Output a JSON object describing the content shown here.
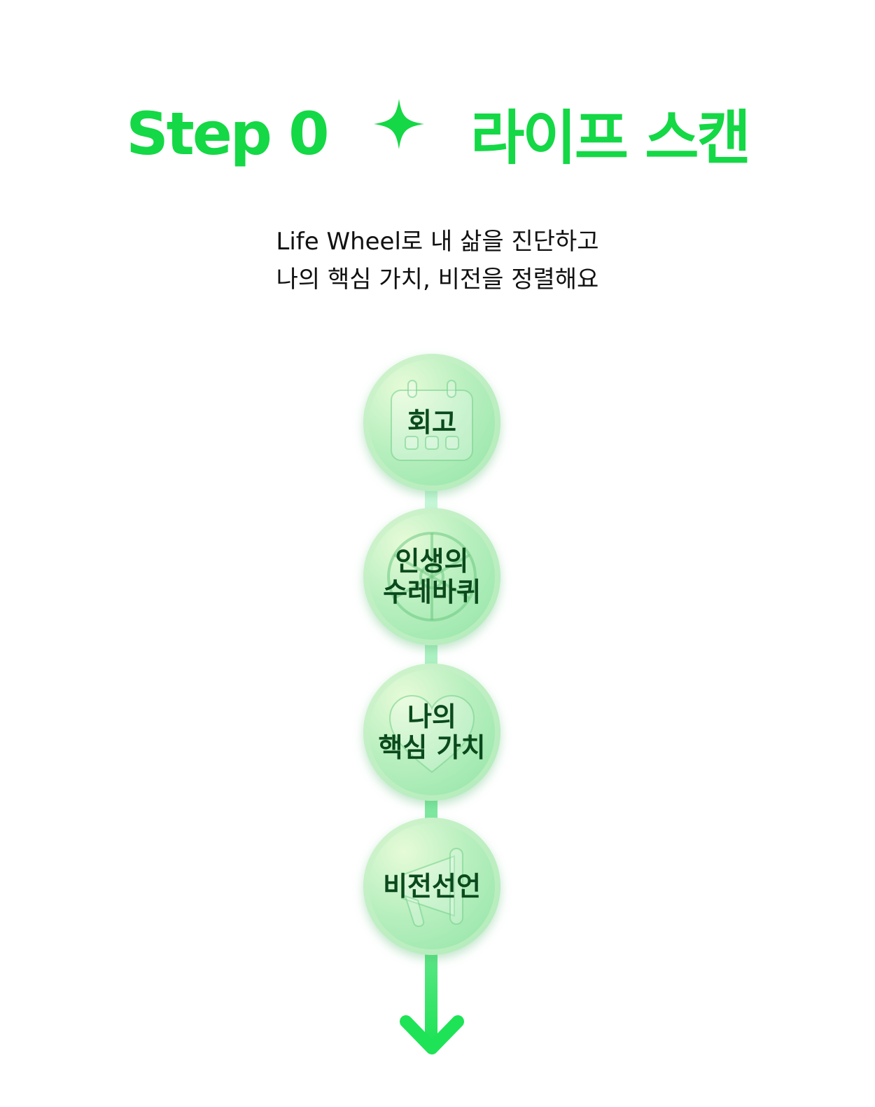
{
  "title": {
    "step": "Step 0",
    "name": "라이프 스캔"
  },
  "subtitle": [
    "Life Wheel로 내 삶을 진단하고",
    "나의 핵심 가치, 비전을 정렬해요"
  ],
  "steps": [
    {
      "label": "회고",
      "icon": "calendar-icon"
    },
    {
      "label": "인생의\n수레바퀴",
      "icon": "wheel-icon"
    },
    {
      "label": "나의\n핵심 가치",
      "icon": "heart-icon"
    },
    {
      "label": "비전선언",
      "icon": "megaphone-icon"
    }
  ],
  "colors": {
    "accent": "#14d845",
    "node_text": "#0a4a1c"
  }
}
